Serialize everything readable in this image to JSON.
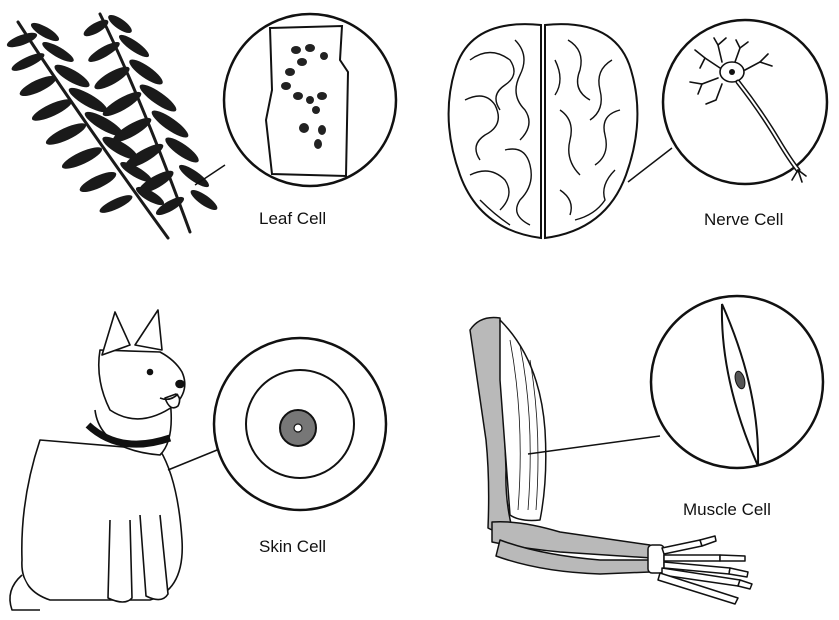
{
  "labels": {
    "leaf": "Leaf Cell",
    "nerve": "Nerve Cell",
    "skin": "Skin Cell",
    "muscle": "Muscle Cell"
  },
  "colors": {
    "ink": "#111111",
    "bone": "#b9b9b9",
    "nucleus": "#777777",
    "paper": "#ffffff"
  },
  "icons": [
    "fern-icon",
    "brain-icon",
    "dog-icon",
    "arm-icon"
  ]
}
